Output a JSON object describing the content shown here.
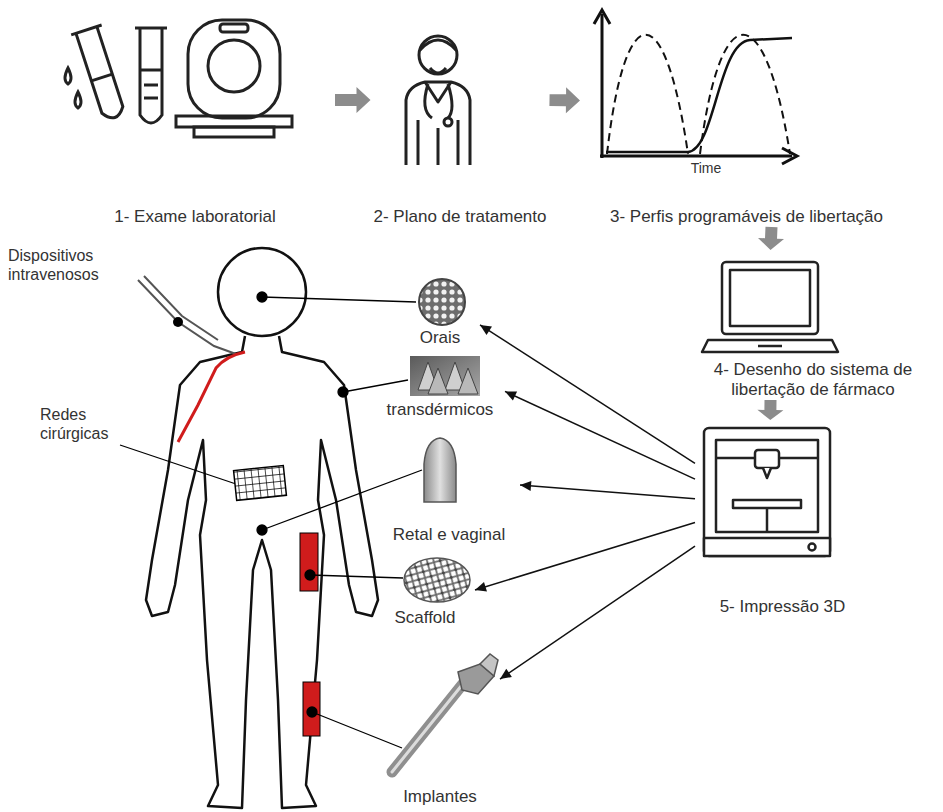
{
  "diagram": {
    "nodes": [
      {
        "text": [
          "1- Exame laboratorial"
        ]
      },
      {
        "text": [
          "2- Plano de tratamento"
        ]
      },
      {
        "text": [
          "3- Perfis programáveis de libertação"
        ]
      },
      {
        "text": [
          "4- Desenho do sistema de libertação de fármaco"
        ]
      },
      {
        "text": [
          "5- Impressão 3D"
        ]
      },
      {
        "text": [
          "Orais"
        ]
      },
      {
        "text": [
          "transdérmicos"
        ]
      },
      {
        "text": [
          "Retal e vaginal"
        ]
      },
      {
        "text": [
          "Scaffold"
        ]
      },
      {
        "text": [
          "Implantes"
        ]
      }
    ],
    "edges": [
      {
        "from": 0,
        "to": 1,
        "arrow": "to"
      },
      {
        "from": 1,
        "to": 2,
        "arrow": "to"
      },
      {
        "from": 2,
        "to": 3,
        "arrow": "to"
      },
      {
        "from": 3,
        "to": 4,
        "arrow": "to"
      },
      {
        "from": 4,
        "to": 5,
        "arrow": "to"
      },
      {
        "from": 4,
        "to": 6,
        "arrow": "to"
      },
      {
        "from": 4,
        "to": 7,
        "arrow": "to"
      },
      {
        "from": 4,
        "to": 8,
        "arrow": "to"
      },
      {
        "from": 4,
        "to": 9,
        "arrow": "to"
      }
    ],
    "labels": [
      "Dispositivos intravenosos",
      "Redes cirúrgicas",
      "Time"
    ]
  }
}
